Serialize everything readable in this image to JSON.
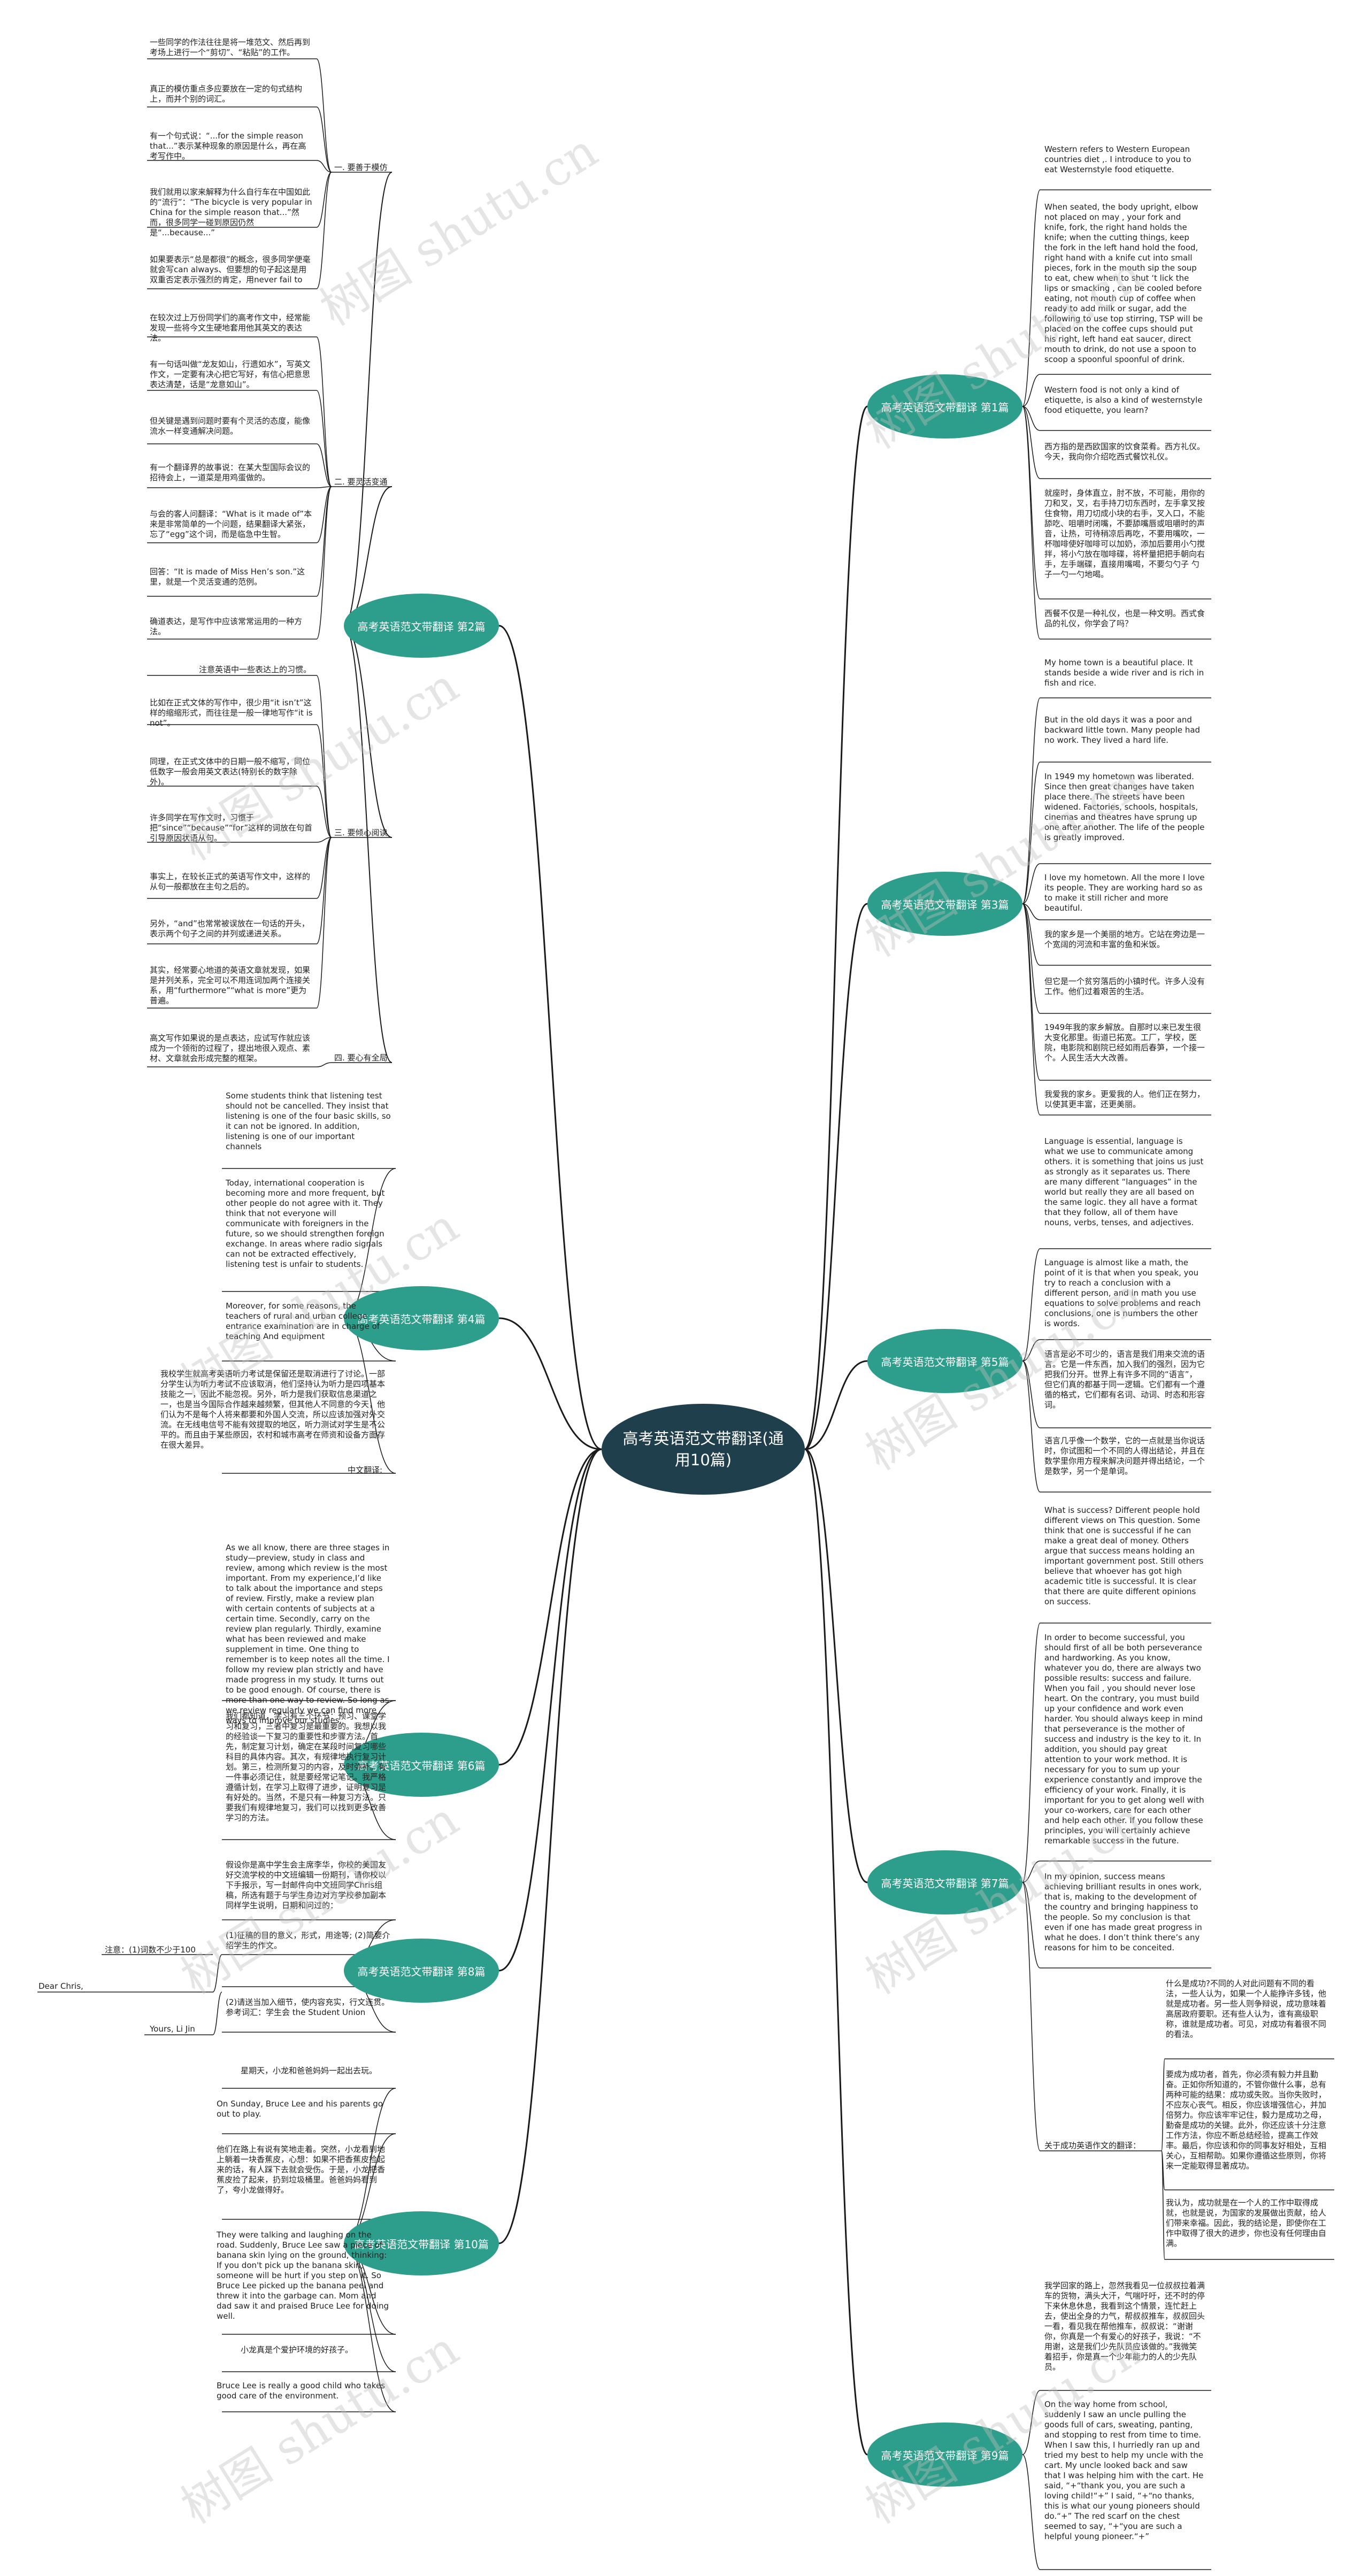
{
  "central_title": "高考英语范文带翻译(通用10篇)",
  "branches": {
    "b1": "高考英语范文带翻译 第1篇",
    "b2": "高考英语范文带翻译 第2篇",
    "b3": "高考英语范文带翻译 第3篇",
    "b4": "高考英语范文带翻译 第4篇",
    "b5": "高考英语范文带翻译 第5篇",
    "b6": "高考英语范文带翻译 第6篇",
    "b7": "高考英语范文带翻译 第7篇",
    "b8": "高考英语范文带翻译 第8篇",
    "b9": "高考英语范文带翻译 第9篇",
    "b10": "高考英语范文带翻译 第10篇"
  },
  "b2_categories": {
    "c1": "一. 要善于模仿",
    "c2": "二. 要灵活变通",
    "c3": "三. 要倾心阅读",
    "c4": "四. 要心有全局"
  },
  "b2_notes": {
    "n1": "一些同学的作法往往是将一堆范文、然后再到考场上进行一个“剪切”、“粘贴”的工作。",
    "n2": "真正的模仿重点多应要放在一定的句式结构上，而并个别的词汇。",
    "n3": "有一个句式说：“...for the simple reason that...”表示某种现象的原因是什么，再在高考写作中。",
    "n4": "我们就用以家来解释为什么自行车在中国如此的“流行”：“The bicycle is very popular in China for the simple reason that...”然而，很多同学一碰到原因仍然是“...because...”",
    "n5": "如果要表示“总是都很”的概念，很多同学便毫就会写can always、但要想的句子起这是用双重否定表示强烈的肯定，用never fail to",
    "n6": "在较次过上万份同学们的高考作文中，经常能发现一些将今文生硬地套用他其英文的表达法。",
    "n7": "有一句话叫做“龙友如山，行遗如水”，写英文作文，一定要有决心把它写好，有信心把意思表达清楚，话是“龙意如山”。",
    "n8": "但关键是遇到问题时要有个灵活的态度，能像流水一样变通解决问题。",
    "n9": "有一个翻译界的故事说：在某大型国际会议的招待会上，一道菜是用鸡蛋做的。",
    "n10": "与会的客人问翻译：“What is it made of”本来是非常简单的一个问题，结果翻译大紧张，忘了“egg”这个词，而是临急中生智。",
    "n11": "回答：“It is made of Miss Hen’s son.”这里，就是一个灵活变通的范例。",
    "n12": "确道表达，是写作中应该常常运用的一种方法。",
    "n13": "注意英语中一些表达上的习惯。",
    "n14": "比如在正式文体的写作中，很少用“it isn’t”这样的缩缩形式，而往往是一般一律地写作“it is not”。",
    "n15": "同理，在正式文体中的日期一般不缩写，同位低数字一般会用英文表达(特别长的数字除外)。",
    "n16": "许多同学在写作文时，习惯于把“since”“because”“for”这样的词放在句首引导原因状语从句。",
    "n17": "事实上，在较长正式的英语写作文中，这样的从句一般都放在主句之后的。",
    "n18": "另外，“and”也常常被误放在一句话的开头，表示两个句子之间的并列或递进关系。",
    "n19": "其实，经常要心地道的英语文章就发现，如果是并列关系，完全可以不用连词加两个连接关系，用“furthermore”“what is more”更为普遍。",
    "n20": "高文写作如果说的是点表达，应试写作就应该成为一个领衔的过程了，提出地很入观点、素材、文章就会形成完整的框架。"
  },
  "b1_notes": {
    "n1": "Western refers to Western European countries diet ,. I introduce to you to eat Westernstyle food etiquette.",
    "n2": "When seated, the body upright, elbow not placed on  may , your fork and knife, fork, the right hand holds the knife; when  the cutting things, keep the fork in the left hand hold the food, right hand with a  knife cut into small pieces, fork in the mouth sip the soup to eat, chew when to shut ‘t lick the lips or smacking , can be cooled before eating, not mouth  cup of coffee when ready to add milk or sugar, add the following to use top stirring, TSP will be placed on the coffee  cups should put his right, left hand eat saucer, direct mouth to drink, do not use a spoon to scoop a spoonful spoonful of drink.",
    "n3": "Western food is not only a kind of etiquette, is also a kind of  westernstyle food etiquette, you learn?",
    "n4": "西方指的是西欧国家的饮食菜肴。西方礼仪。今天，我向你介绍吃西式餐饮礼仪。",
    "n5": "就座时，身体直立，肘不放，不可能，用你的刀和叉，叉，右手持刀切东西时，左手拿叉按住食物，用刀切成小块的右手，叉入口，不能舔吃、咀嚼时闭嘴，不要舔嘴唇或咀嚼时的声音，让热，可待稍凉后再吃，不要用嘴吹，一杯咖啡使好咖啡可以加奶，添加后要用小勺搅拌，将小勺放在咖啡碟，将杯量把把手朝向右手，左手端碟，直接用嘴喝，不要匀勺子 勺子一勺一勺地喝。",
    "n6": "西餐不仅是一种礼仪，也是一种文明。西式食品的礼仪，你学会了吗？"
  },
  "b3_notes": {
    "n1": "My home town is a beautiful place. It stands beside a wide river and is rich in fish and rice.",
    "n2": "But in the old days it was a poor and backward little town. Many people had no work. They lived a hard life.",
    "n3": "In 1949 my hometown was liberated. Since then great changes have taken place there. The streets have been widened. Factories, schools, hospitals, cinemas and theatres have sprung up one after another. The life of the people is greatly improved.",
    "n4": "I love my hometown. All the more I love its people. They are working hard so as to make it still richer and more beautiful.",
    "n5": "我的家乡是一个美丽的地方。它站在旁边是一个宽阔的河流和丰富的鱼和米饭。",
    "n6": "但它是一个贫穷落后的小镇时代。许多人没有工作。他们过着艰苦的生活。",
    "n7": "1949年我的家乡解放。自那时以来已发生很大变化那里。街道已拓宽。工厂，学校，医院，电影院和剧院已经如雨后春笋，一个接一个。人民生活大大改善。",
    "n8": "我爱我的家乡。更爱我的人。他们正在努力，以使其更丰富，还更美丽。"
  },
  "b4_notes": {
    "n1": "Some students think that listening test should not be cancelled. They insist that listening is one of the four basic skills, so it can not be ignored. In addition, listening is one of our important channels",
    "n2": "Today, international cooperation is becoming more and more frequent, but other people do not agree with it. They think that not everyone will communicate with foreigners in the future, so we should strengthen foreign exchange. In areas where radio signals can not be extracted effectively, listening test is unfair to students.",
    "n3": "Moreover, for some reasons, the teachers of rural and urban college entrance examination are in charge of teaching And equipment",
    "n4": "我校学生就高考英语听力考试是保留还是取消进行了讨论。一部分学生认为听力考试不应该取消，他们坚持认为听力是四项基本技能之一，因此不能忽视。另外，听力是我们获取信息渠道之一，也是当今国际合作越来越频繁，但其他人不同意的今天，他们认为不是每个人将来都要和外国人交流，所以应该加强对外交流。在无线电信号不能有效提取的地区，听力测试对学生是不公平的。而且由于某些原因，农村和城市高考在师资和设备方面存在很大差异。",
    "n5": "中文翻译:"
  },
  "b5_notes": {
    "n1": "Language is essential, language is what we use to communicate among others. it is something that joins us just as strongly as it separates us. There are many different “languages” in the world but really they are all based on the same logic. they all have a format that they follow, all of them have nouns, verbs, tenses, and adjectives.",
    "n2": "Language is almost like a math, the point of it is that when you speak, you try to reach a conclusion with a different person, and in math you use equations to solve problems and reach conclusions, one is numbers the other is words.",
    "n3": "语言是必不可少的，语言是我们用来交流的语言。它是一件东西，加入我们的强烈，因为它把我们分开。世界上有许多不同的“语言”，但它们真的都基于同一逻辑。它们都有一个遵循的格式，它们都有名词、动词、时态和形容词。",
    "n4": "语言几乎像一个数学，它的一点就是当你说话时，你试图和一个不同的人得出结论，并且在数学里你用方程来解决问题并得出结论，一个是数学，另一个是单词。"
  },
  "b6_notes": {
    "n1": "As we all know, there are three stages in study—preview, study in class and review, among which review is the most important. From my experience,I’d like to talk about the importance and steps of review. Firstly, make a review plan with certain contents of subjects at a certain time. Secondly, carry on the review plan regularly. Thirdly, examine what has been reviewed and make supplement in time. One thing to remember is to keep notes all the time. I follow my review plan strictly and have made progress in my study. It turns out to be good enough. Of course, there is more than one way to review. So long as we review regularly we can find more ways to improve our studies.",
    "n2": "我们都知道，学习有三个环节：预习、课堂学习和复习，三者中复习是最重要的。我想以我的经验谈一下复习的重要性和步骤方法。首先，制定复习计划，确定在某段时间复习哪些科目的具体内容。其次，有规律地执行复习计划。第三，检测所复习的内容，及时弥补。有一件事必须记住，就是要经常记笔记。我严格遵循计划，在学习上取得了进步，证明复习是有好处的。当然，不是只有一种复习方法。只要我们有规律地复习，我们可以找到更多改善学习的方法。"
  },
  "b7_notes": {
    "n1": "What is success? Different people hold different views on This question. Some think that one is successful if he can make a great deal of money. Others argue that success means holding an important government post. Still others believe that whoever has got high academic title is successful. It is clear that  there are quite different opinions on success.",
    "n2": "In order to become successful, you should first of all be both perseverance and hardworking. As you know, whatever you do, there are always two possible results: success and failure. When you fail , you should never lose heart. On the contrary, you must build up your confidence and work even harder. You should always keep in mind that perseverance is the mother of success and industry is the key to it. In addition, you should pay great attention to your work method. It is necessary for you to sum up your experience constantly and improve the efficiency of your work. Finally, it is important for you to get along well with your co-workers, care for each other and help each other. If you follow these principles, you will certainly achieve remarkable success in the future.",
    "n3": "In my opinion, success means achieving brilliant results in ones work, that is, making  to the development of the country and bringing happiness to the people. So my conclusion is that even if one has made great progress in what he does. I don’t think there’s any reasons for him to be conceited.",
    "n4": "什么是成功?不同的人对此问题有不同的看法，一些人认为，如果一个人能挣许多钱，他就是成功者。另一些人则争辩说，成功意味着高居政府要职。还有些人认为，谁有高级职称，谁就是成功者。可见，对成功有着很不同的看法。",
    "n5": "要成为成功者，首先，你必须有毅力并且勤奋。正如你所知道的，不管你做什么事，总有两种可能的结果：成功或失败。当你失败时，不应灰心丧气。相反，你应该增强信心，并加倍努力。你应该牢牢记住，毅力是成功之母，勤奋是成功的关键。此外，你还应该十分注意工作方法，你应不断总结经验，提高工作效率。最后，你应该和你的同事友好相处，互相关心，互相帮助。如果你遵循这些原则，你将来一定能取得显著成功。",
    "n6": "我认为，成功就是在一个人的工作中取得成就，也就是说，为国家的发展做出贡献，给人们带来幸福。因此，我的结论是，即使你在工作中取得了很大的进步，你也没有任何理由自满。",
    "n7": "关于成功英语作文的翻译："
  },
  "b8_notes": {
    "n1": "假设你是高中学生会主席李华，你校的美国友好交流学校的中文班编辑一份期刊，请你校以下手报示，写一封邮件向中文班同学Chris组稿，所选有题于与学生身边对方学校参加副本同样学生说明，日期和问过的：",
    "n2": "(1)征稿的目的意义，形式，用途等; (2)简要介绍学生的作文。",
    "n3": "(2)请送当加入细节，使内容充实，行文连贯。",
    "n4": "注意：(1)词数不少于100",
    "n5": "Dear Chris,",
    "n6": "Yours,    Li Jin",
    "n7": "(2)请送当加入细节，使内容充实，行文连贯。参考词汇：学生会 the Student Union"
  },
  "b9_notes": {
    "n1": "我学回家的路上，忽然我看见一位叔叔拉着满车的货物，满头大汗，气喘吁吁，还不时的停下来休息休息，我看到这个情景，连忙赶上去，使出全身的力气，帮叔叔推车，叔叔回头一看，看见我在帮他推车，叔叔说：“谢谢你，你真是一个有爱心的好孩子，我说：“不用谢，这是我们少先队员应该做的。”我微笑着招手，你是真一个少年能力的人的少先队员。",
    "n2": "On the way home from school, suddenly I saw an uncle pulling the goods full of cars, sweating, panting, and stopping to rest from time to time. When I saw this, I hurriedly ran up and tried my best to help my uncle with the cart. My uncle looked back and saw that I was helping him with the cart. He said, “+“thank you, you are such a loving child!“+” I said, “+“no thanks, this is what our young pioneers should do.“+” The red scarf on the chest seemed to say, “+“you are such a helpful young pioneer.“+”"
  },
  "b10_notes": {
    "n1": "星期天，小龙和爸爸妈妈一起出去玩。",
    "n2": "On Sunday, Bruce Lee and his parents go out to play.",
    "n3": "他们在路上有说有笑地走着。突然，小龙看到地上躺着一块香蕉皮，心想：如果不把香蕉皮捡起来的话，有人踩下去就会受伤。于是，小龙把香蕉皮捡了起来，扔到垃圾桶里。爸爸妈妈看到了，夸小龙做得好。",
    "n4": "They were talking and laughing on the road. Suddenly, Bruce Lee saw a piece of banana skin lying on the ground, thinking: If you don't pick up the banana skin, someone will be hurt if you step on it. So Bruce Lee picked up the banana peel and threw it into the garbage can. Mom and dad saw it and praised Bruce Lee for doing well.",
    "n5": "小龙真是个爱护环境的好孩子。",
    "n6": "Bruce Lee is really a good child who takes good care of the environment."
  },
  "watermark": "树图 shutu.cn",
  "colors": {
    "central_fill": "#1f3f4d",
    "branch_fill": "#2d9e8b",
    "line": "#1a1a1a"
  }
}
